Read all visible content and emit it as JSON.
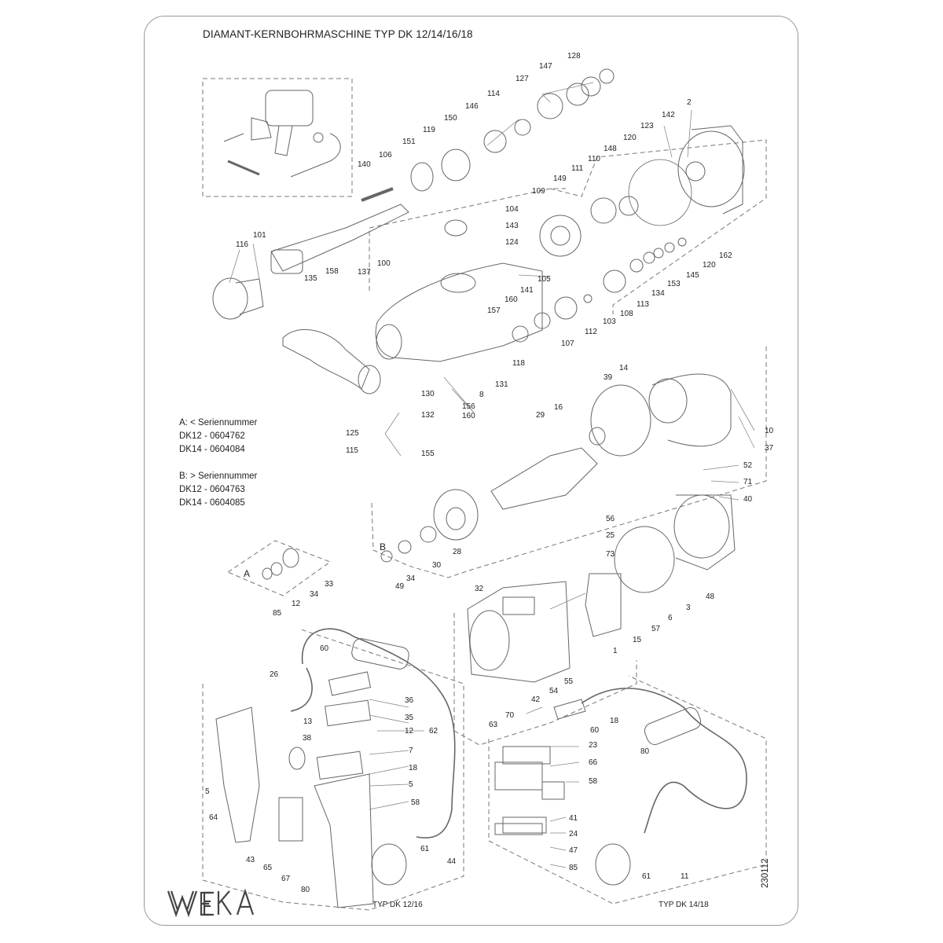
{
  "title": "DIAMANT-KERNBOHRMASCHINE TYP DK 12/14/16/18",
  "serial_note": {
    "a_heading": "A: < Seriennummer",
    "a_line1": "DK12 - 0604762",
    "a_line2": "DK14 - 0604084",
    "b_heading": "B: > Seriennummer",
    "b_line1": "DK12 - 0604763",
    "b_line2": "DK14 - 0604085"
  },
  "variant_labels": {
    "a": "A",
    "b": "B"
  },
  "type_labels": {
    "left": "TYP DK 12/16",
    "right": "TYP DK 14/18"
  },
  "doc_number": "230112",
  "logo_text": "WEKA",
  "part_numbers": [
    "128",
    "147",
    "127",
    "114",
    "146",
    "150",
    "119",
    "151",
    "106",
    "140",
    "2",
    "142",
    "123",
    "120",
    "148",
    "110",
    "111",
    "149",
    "109",
    "104",
    "143",
    "124",
    "105",
    "141",
    "160",
    "157",
    "118",
    "107",
    "112",
    "103",
    "108",
    "113",
    "134",
    "153",
    "145",
    "120",
    "162",
    "101",
    "116",
    "158",
    "135",
    "137",
    "100",
    "131",
    "130",
    "132",
    "125",
    "115",
    "155",
    "156",
    "160",
    "8",
    "29",
    "16",
    "39",
    "14",
    "10",
    "37",
    "52",
    "71",
    "40",
    "56",
    "25",
    "73",
    "28",
    "30",
    "34",
    "49",
    "32",
    "6",
    "3",
    "48",
    "57",
    "15",
    "1",
    "55",
    "54",
    "42",
    "70",
    "63",
    "60",
    "18",
    "23",
    "66",
    "58",
    "41",
    "24",
    "47",
    "85",
    "80",
    "61",
    "11",
    "33",
    "34",
    "12",
    "85",
    "60",
    "26",
    "36",
    "35",
    "12",
    "62",
    "13",
    "7",
    "18",
    "5",
    "58",
    "38",
    "5",
    "64",
    "43",
    "65",
    "67",
    "80",
    "61",
    "44"
  ]
}
